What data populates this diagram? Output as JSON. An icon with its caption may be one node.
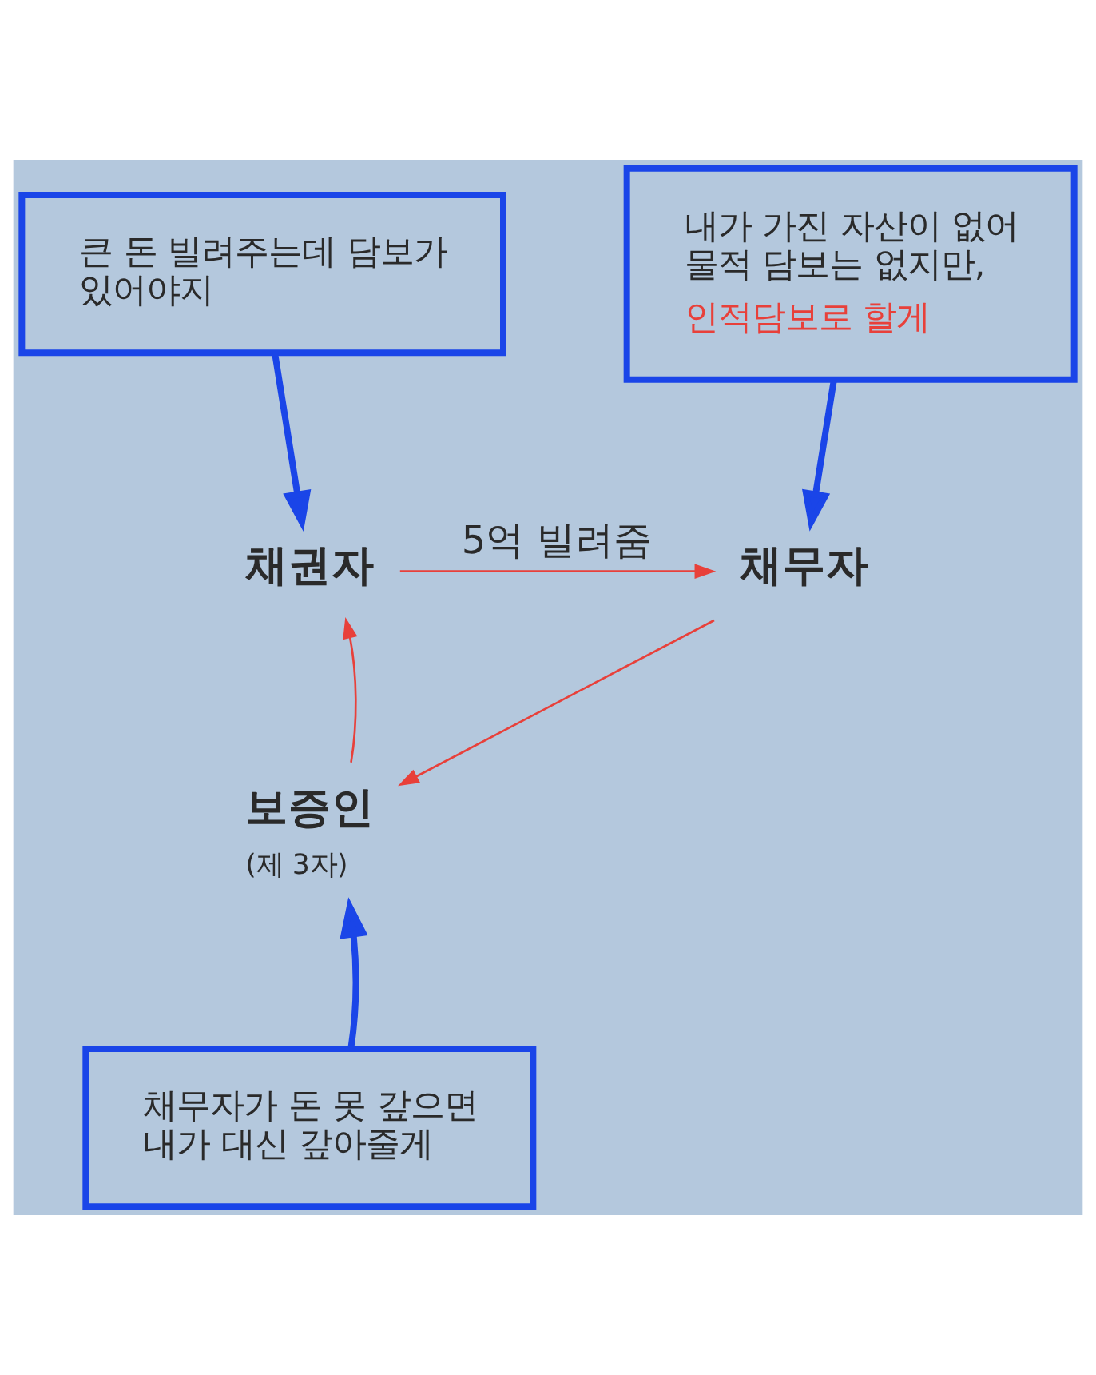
{
  "diagram": {
    "nodes": [
      {
        "text": [
          "큰 돈 빌려주는데 담보가 있어야지"
        ]
      },
      {
        "text": [
          "내가 가진 자산이 없어 물적 담보는 없지만,",
          "인적담보로 할게"
        ]
      },
      {
        "text": [
          "채권자"
        ]
      },
      {
        "text": [
          "채무자"
        ]
      },
      {
        "text": [
          "보증인",
          "(제 3자)"
        ]
      },
      {
        "text": [
          "채무자가 돈 못 갚으면 내가 대신 갚아줄게"
        ]
      }
    ],
    "edges": [
      {
        "from": 0,
        "to": 2,
        "arrow": "to",
        "style": "thick",
        "color": "#1a45e8"
      },
      {
        "from": 1,
        "to": 3,
        "arrow": "to",
        "style": "thick",
        "color": "#1a45e8"
      },
      {
        "from": 2,
        "to": 3,
        "arrow": "to",
        "label": "5억 빌려줌",
        "color": "#e8403a"
      },
      {
        "from": 3,
        "to": 4,
        "arrow": "to",
        "color": "#e8403a"
      },
      {
        "from": 4,
        "to": 2,
        "arrow": "to",
        "color": "#e8403a"
      },
      {
        "from": 5,
        "to": 4,
        "arrow": "to",
        "style": "thick",
        "color": "#1a45e8"
      }
    ]
  }
}
